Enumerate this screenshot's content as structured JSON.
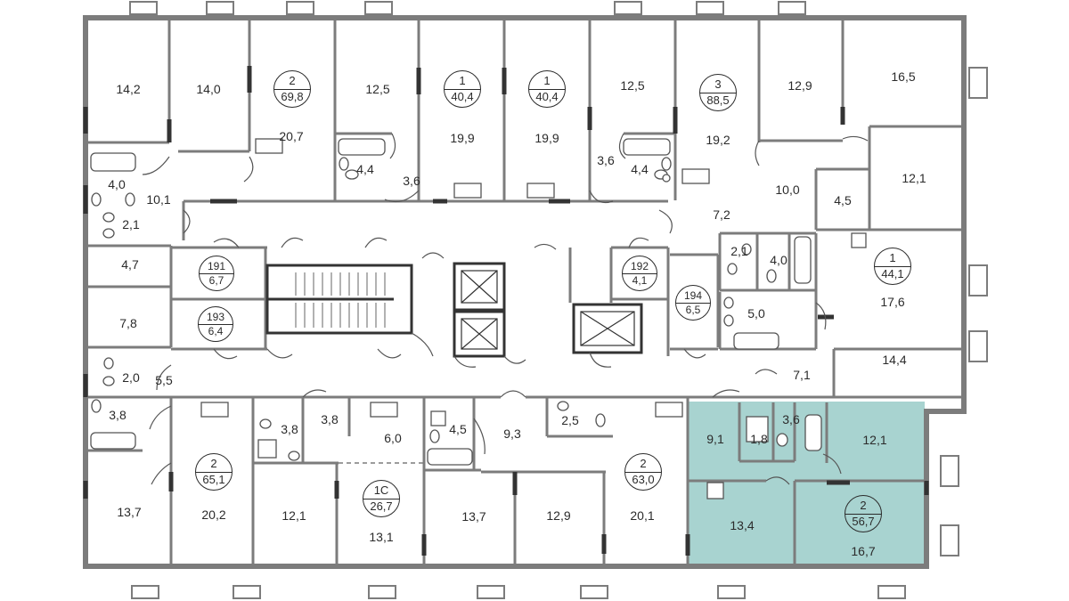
{
  "highlight_color": "#a8d3d0",
  "wall_color": "#7c7c7c",
  "apartments": [
    {
      "id": "apt-a",
      "rooms": "2",
      "area": "69,8"
    },
    {
      "id": "apt-b",
      "rooms": "1",
      "area": "40,4"
    },
    {
      "id": "apt-c",
      "rooms": "1",
      "area": "40,4"
    },
    {
      "id": "apt-d",
      "rooms": "3",
      "area": "88,5"
    },
    {
      "id": "apt-e",
      "rooms": "1",
      "area": "44,1"
    },
    {
      "id": "apt-f",
      "rooms": "2",
      "area": "65,1"
    },
    {
      "id": "apt-g",
      "rooms": "1С",
      "area": "26,7"
    },
    {
      "id": "apt-h",
      "rooms": "2",
      "area": "63,0"
    },
    {
      "id": "apt-i",
      "rooms": "2",
      "area": "56,7",
      "highlighted": true
    }
  ],
  "storage_units": [
    {
      "number": "191",
      "area": "6,7"
    },
    {
      "number": "193",
      "area": "6,4"
    },
    {
      "number": "192",
      "area": "4,1"
    },
    {
      "number": "194",
      "area": "6,5"
    }
  ],
  "room_areas": {
    "top_row": [
      "14,2",
      "14,0",
      "20,7",
      "12,5",
      "19,9",
      "19,9",
      "12,5",
      "19,2",
      "12,9",
      "16,5"
    ],
    "top_baths": [
      "4,4",
      "3,6",
      "3,6",
      "4,4"
    ],
    "left_col": [
      "4,0",
      "10,1",
      "2,1",
      "4,7",
      "7,8",
      "2,0",
      "5,5",
      "3,8",
      "13,7"
    ],
    "right_col": [
      "10,0",
      "4,5",
      "12,1",
      "7,2",
      "2,1",
      "4,0",
      "17,6",
      "5,0",
      "14,4",
      "7,1"
    ],
    "bottom_row": [
      "20,2",
      "3,8",
      "3,8",
      "12,1",
      "6,0",
      "13,1",
      "4,5",
      "9,3",
      "2,5",
      "13,7",
      "12,9",
      "20,1"
    ],
    "highlight_unit": [
      "9,1",
      "1,8",
      "3,6",
      "12,1",
      "13,4",
      "16,7"
    ]
  }
}
